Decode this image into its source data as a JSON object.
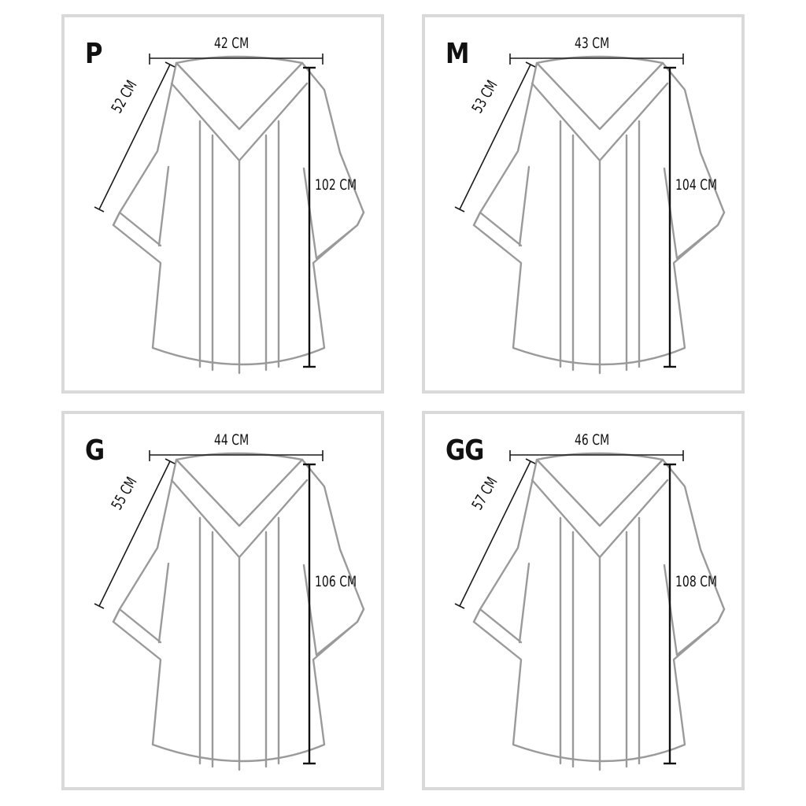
{
  "panels": [
    {
      "size": "P",
      "width": "42 CM",
      "sleeve": "52 CM",
      "length": "102 CM"
    },
    {
      "size": "M",
      "width": "43 CM",
      "sleeve": "53 CM",
      "length": "104 CM"
    },
    {
      "size": "G",
      "width": "44 CM",
      "sleeve": "55 CM",
      "length": "106 CM"
    },
    {
      "size": "GG",
      "width": "46 CM",
      "sleeve": "57 CM",
      "length": "108 CM"
    }
  ],
  "colors": {
    "border": "#d9d9d9",
    "garment": "#9a9a9a",
    "measure": "#111111"
  }
}
